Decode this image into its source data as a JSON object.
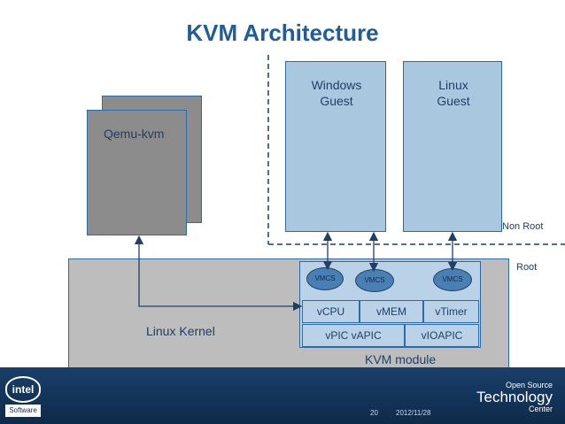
{
  "title": "KVM Architecture",
  "boxes": {
    "qemu": "Qemu-kvm",
    "windows_guest": [
      "Windows",
      "Guest"
    ],
    "linux_guest": [
      "Linux",
      "Guest"
    ],
    "linux_kernel": "Linux Kernel",
    "kvm_module": "KVM module"
  },
  "regions": {
    "non_root": "Non Root",
    "root": "Root"
  },
  "vmcs": [
    "VMCS",
    "VMCS",
    "VMCS"
  ],
  "kvm_cells": {
    "row1": [
      "vCPU",
      "vMEM",
      "vTimer"
    ],
    "row2": [
      "vPIC vAPIC",
      "vIOAPIC"
    ]
  },
  "footer": {
    "intel": "intel",
    "software": "Software",
    "page": "20",
    "date": "2012/11/28",
    "ost_line1": "Open Source",
    "ost_line2": "Technology",
    "ost_line3": "Center"
  },
  "colors": {
    "title": "#1f5c99",
    "qemu_fill": "#8c8c8c",
    "guest_fill": "#a9c8e0",
    "kernel_fill": "#bdbdbd",
    "kvm_fill": "#b9d2e8",
    "vmcs_fill": "#4a7fb4",
    "border": "#2e6aa6"
  }
}
